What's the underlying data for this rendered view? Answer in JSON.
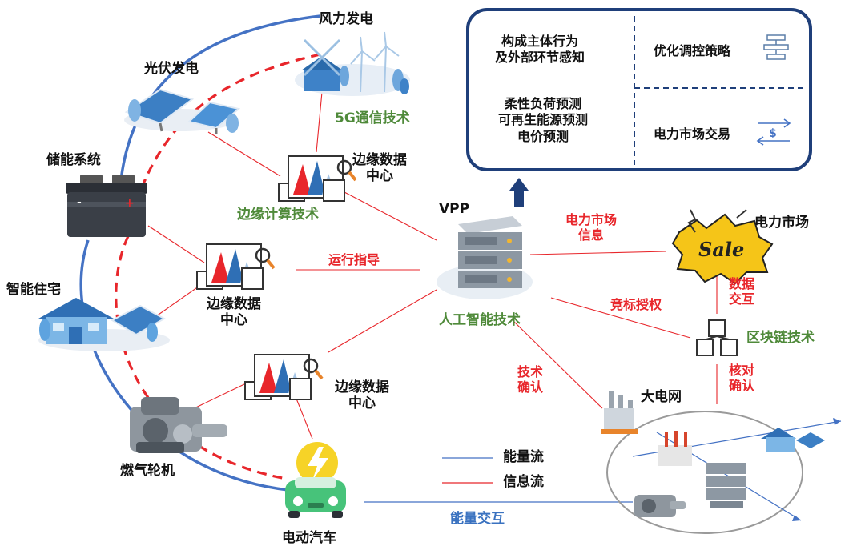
{
  "nodes": {
    "wind": "风力发电",
    "pv": "光伏发电",
    "storage": "储能系统",
    "home": "智能住宅",
    "turbine": "燃气轮机",
    "ev": "电动汽车",
    "edge_top": [
      "边缘数据",
      "中心"
    ],
    "edge_mid": [
      "边缘数据",
      "中心"
    ],
    "edge_bot": [
      "边缘数据",
      "中心"
    ],
    "vpp": "VPP",
    "market": "电力市场",
    "grid": "大电网"
  },
  "tech": {
    "g5": "5G通信技术",
    "edge": "边缘计算技术",
    "ai": "人工智能技术",
    "blockchain": "区块链技术"
  },
  "links": {
    "guidance": "运行指导",
    "market_info": [
      "电力市场",
      "信息"
    ],
    "bid": "竞标授权",
    "data_exchange": [
      "数据",
      "交互"
    ],
    "verify": [
      "核对",
      "确认"
    ],
    "tech_confirm": [
      "技术",
      "确认"
    ],
    "energy_exchange": "能量交互"
  },
  "legend": {
    "energy_flow": "能量流",
    "info_flow": "信息流"
  },
  "panel": {
    "perception": [
      "构成主体行为",
      "及外部环节感知"
    ],
    "forecast": [
      "柔性负荷预测",
      "可再生能源预测",
      "电价预测"
    ],
    "optimize": "优化调控策略",
    "trade": "电力市场交易"
  },
  "sale_badge": "Sale",
  "colors": {
    "energy": "#4472c4",
    "info": "#e8262b",
    "panel_border": "#1f3f7a",
    "tech_green": "#4f8a3a"
  }
}
